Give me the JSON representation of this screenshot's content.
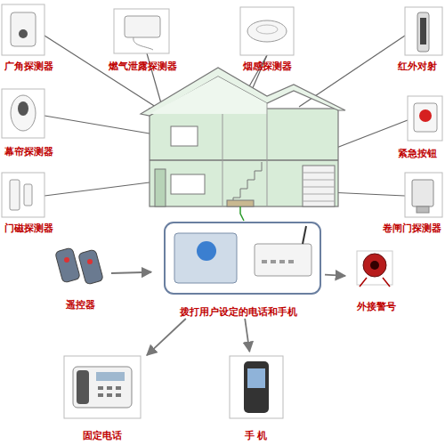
{
  "diagram": {
    "nodes": [
      {
        "text": [
          "广角探测器"
        ]
      },
      {
        "text": [
          "燃气泄露探测器"
        ]
      },
      {
        "text": [
          "烟感探测器"
        ]
      },
      {
        "text": [
          "红外对射"
        ]
      },
      {
        "text": [
          "幕帘探测器"
        ]
      },
      {
        "text": [
          "紧急按钮"
        ]
      },
      {
        "text": [
          "门磁探测器"
        ]
      },
      {
        "text": [
          "卷闸门探测器"
        ]
      },
      {
        "text": [
          "遥控器"
        ]
      },
      {
        "text": [
          "拨打用户设定的电话和手机"
        ]
      },
      {
        "text": [
          "外接警号"
        ]
      },
      {
        "text": [
          "固定电话"
        ]
      },
      {
        "text": [
          "手 机"
        ]
      }
    ],
    "edges": [
      {
        "from": 8,
        "to": 9,
        "arrow": "to"
      },
      {
        "from": 9,
        "to": 10,
        "arrow": "to"
      },
      {
        "from": 9,
        "to": 11,
        "arrow": "to"
      },
      {
        "from": 9,
        "to": 12,
        "arrow": "to"
      }
    ]
  }
}
